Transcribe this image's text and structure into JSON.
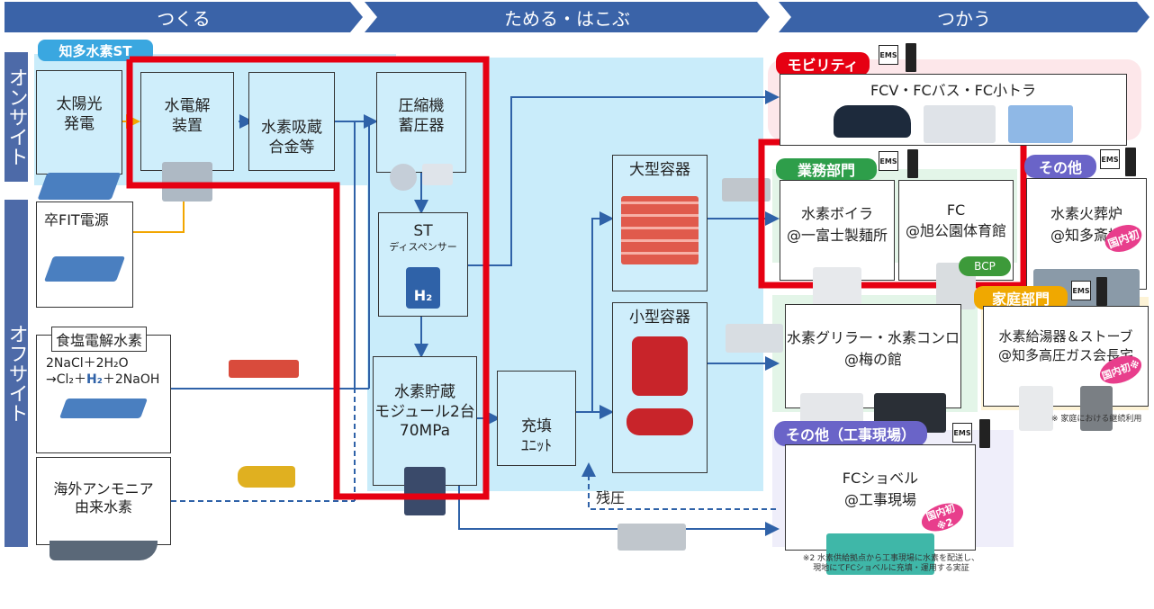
{
  "stages": {
    "make": "つくる",
    "store": "ためる・はこぶ",
    "use": "つかう"
  },
  "side_labels": {
    "onsite": "オンサイト",
    "offsite": "オフサイト"
  },
  "station_tag": "知多水素ST",
  "sources": {
    "solar": "太陽光\n発電",
    "fit": "卒FIT電源",
    "salt_title": "食塩電解水素",
    "salt_eq1": "2NaCl＋2H₂O",
    "salt_eq2a": "→Cl₂＋",
    "salt_eq2b": "H₂",
    "salt_eq2c": "＋2NaOH",
    "ammonia": "海外アンモニア\n由来水素"
  },
  "process": {
    "electrolyzer": "水電解\n装置",
    "alloy": "水素吸蔵\n合金等",
    "compressor": "圧縮機\n蓄圧器",
    "dispenser_main": "ST",
    "dispenser_sub": "ディスペンサー",
    "storage": "水素貯蔵\nモジュール2台\n70MPa",
    "large": "大型容器",
    "small": "小型容器",
    "filling": "充填\nﾕﾆｯﾄ",
    "residual": "残圧"
  },
  "uses": {
    "mobility_tag": "モビリティ",
    "mobility_title": "FCV・FCバス・FC小トラ",
    "business_tag": "業務部門",
    "boiler": "水素ボイラ\n@一富士製麺所",
    "fc": "FC\n@旭公園体育館",
    "bcp": "BCP",
    "other_tag": "その他",
    "crematory": "水素火葬炉\n@知多斎場",
    "griller": "水素グリラー・水素コンロ\n@梅の館",
    "home_tag": "家庭部門",
    "water_heater": "水素給湯器＆ストーブ\n@知多高圧ガス会長宅",
    "construction_tag": "その他（工事現場）",
    "shovel": "FCショベル\n@工事現場",
    "first_domestic": "国内初",
    "first_domestic_note1": "国内初※",
    "first_domestic_note2": "国内初※2"
  },
  "icons": {
    "ems": "EMS",
    "h2": "H₂"
  },
  "notes": {
    "home": "※ 家庭における継続利用",
    "shovel": "※2 水素供給拠点から工事現場に水素を配送し、\n現地にてFCショベルに充填・運用する実証"
  },
  "colors": {
    "stage": "#3a63a8",
    "side": "#4d6aa8",
    "region": "#c9ecfa",
    "highlight": "#e60012",
    "mobility": "#e60012",
    "business": "#2e9e4a",
    "other": "#6a64c8",
    "home": "#f0a800",
    "arrow": "#2f62a8",
    "fit_arrow": "#f2a600"
  }
}
